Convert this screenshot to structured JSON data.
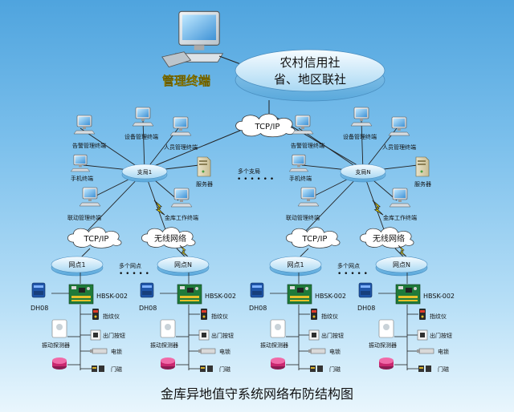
{
  "top": {
    "mgmt_label": "管理终端",
    "hq_line1": "农村信用社",
    "hq_line2": "省、地区联社",
    "tcpip": "TCP/IP"
  },
  "branches": [
    {
      "hub": "支局1",
      "terminals": {
        "alarm": "告警管理终端",
        "device": "设备管理终端",
        "personnel": "人员管理终端",
        "mobile": "手机终端",
        "server": "服务器",
        "linkage": "联动管理终端",
        "vault": "金库工作终端"
      },
      "cloud_tcp": "TCP/IP",
      "cloud_wireless": "无线网络",
      "node_a": "网点1",
      "node_b": "网点N",
      "many_nodes": "多个网点"
    },
    {
      "hub": "支局N",
      "terminals": {
        "alarm": "告警管理终端",
        "device": "设备管理终端",
        "personnel": "人员管理终端",
        "mobile": "手机终端",
        "server": "服务器",
        "linkage": "联动管理终端",
        "vault": "金库工作终端"
      },
      "cloud_tcp": "TCP/IP",
      "cloud_wireless": "无线网络",
      "node_a": "网点1",
      "node_b": "网点N",
      "many_nodes": "多个网点"
    }
  ],
  "many_branches": "多个支局",
  "site_devices": {
    "dh08": "DH08",
    "hbsk": "HBSK-002",
    "fingerprint": "指纹仪",
    "exit_button": "出门按钮",
    "vibration": "振动探测器",
    "lock": "电锁",
    "door_sensor": "门磁"
  },
  "title": "金库异地值守系统网络布防结构图",
  "colors": {
    "mgmt_label": "#ffe800",
    "hub_fill": "#cde9f8",
    "cloud_fill": "#ffffff",
    "board": "#1f7a3a"
  }
}
